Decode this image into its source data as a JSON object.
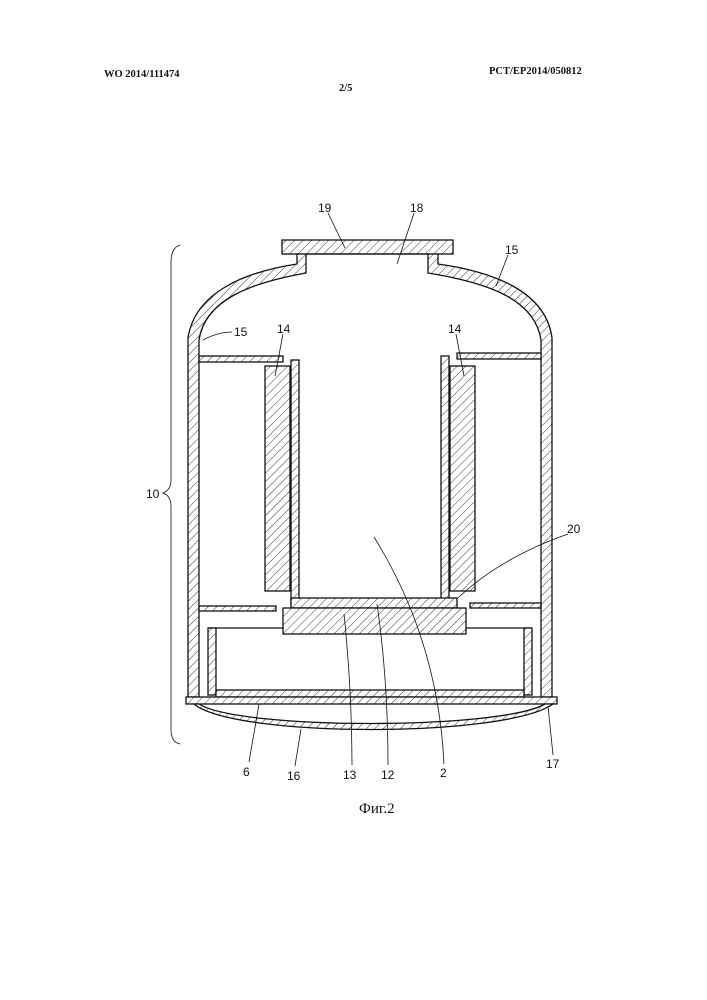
{
  "header": {
    "publication_number": "WO 2014/111474",
    "application_number": "PCT/EP2014/050812",
    "sheet": "2/5"
  },
  "figure": {
    "caption": "Фиг.2",
    "labels": {
      "l19": "19",
      "l18": "18",
      "l15_top": "15",
      "l15_left": "15",
      "l14_left": "14",
      "l14_right": "14",
      "l10": "10",
      "l20": "20",
      "l6": "6",
      "l16": "16",
      "l13": "13",
      "l12": "12",
      "l2": "2",
      "l17": "17"
    }
  }
}
